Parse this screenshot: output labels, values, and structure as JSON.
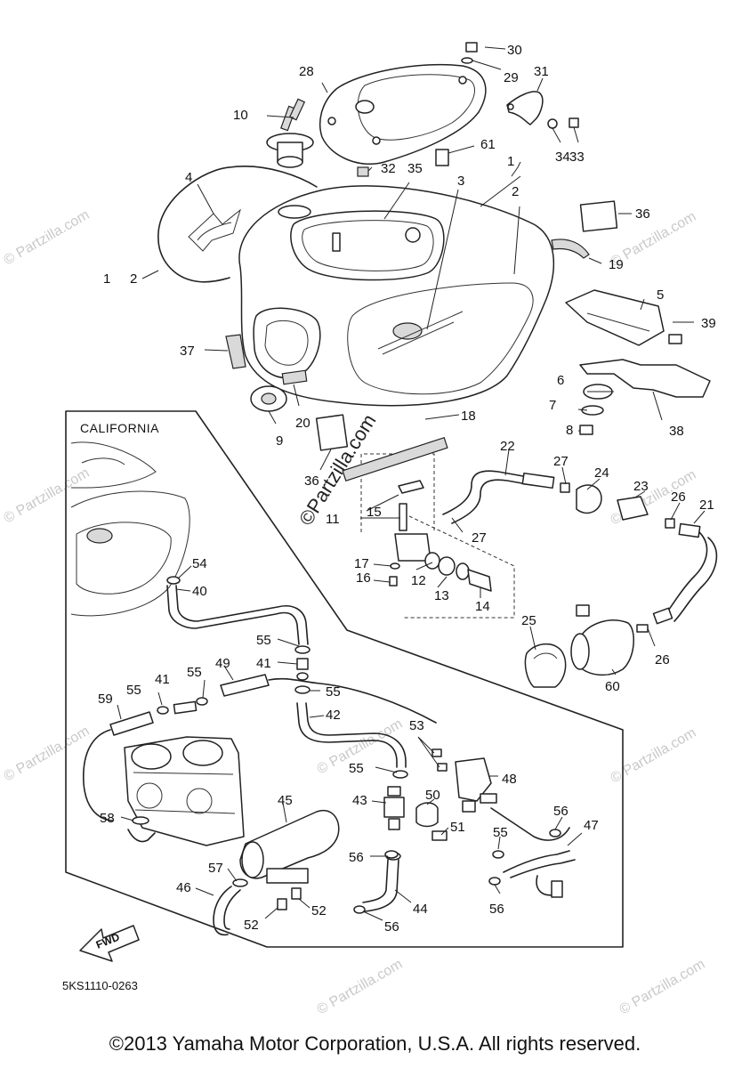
{
  "diagram": {
    "inset_label": "CALIFORNIA",
    "fwd_label": "FWD",
    "diagram_code": "5KS1110-0263",
    "center_watermark": "©Partzilla.com",
    "watermark_text": "© Partzilla.com",
    "part_labels": [
      {
        "id": "1a",
        "text": "1"
      },
      {
        "id": "2a",
        "text": "2"
      },
      {
        "id": "1b",
        "text": "1"
      },
      {
        "id": "2b",
        "text": "2"
      },
      {
        "id": "3",
        "text": "3"
      },
      {
        "id": "4",
        "text": "4"
      },
      {
        "id": "5",
        "text": "5"
      },
      {
        "id": "6",
        "text": "6"
      },
      {
        "id": "7",
        "text": "7"
      },
      {
        "id": "8",
        "text": "8"
      },
      {
        "id": "9",
        "text": "9"
      },
      {
        "id": "10",
        "text": "10"
      },
      {
        "id": "11",
        "text": "11"
      },
      {
        "id": "12",
        "text": "12"
      },
      {
        "id": "13",
        "text": "13"
      },
      {
        "id": "14",
        "text": "14"
      },
      {
        "id": "15",
        "text": "15"
      },
      {
        "id": "16",
        "text": "16"
      },
      {
        "id": "17",
        "text": "17"
      },
      {
        "id": "18",
        "text": "18"
      },
      {
        "id": "19",
        "text": "19"
      },
      {
        "id": "20",
        "text": "20"
      },
      {
        "id": "21",
        "text": "21"
      },
      {
        "id": "22",
        "text": "22"
      },
      {
        "id": "23",
        "text": "23"
      },
      {
        "id": "24",
        "text": "24"
      },
      {
        "id": "25",
        "text": "25"
      },
      {
        "id": "26a",
        "text": "26"
      },
      {
        "id": "26b",
        "text": "26"
      },
      {
        "id": "27a",
        "text": "27"
      },
      {
        "id": "27b",
        "text": "27"
      },
      {
        "id": "28",
        "text": "28"
      },
      {
        "id": "29",
        "text": "29"
      },
      {
        "id": "30",
        "text": "30"
      },
      {
        "id": "31",
        "text": "31"
      },
      {
        "id": "32",
        "text": "32"
      },
      {
        "id": "33",
        "text": "33"
      },
      {
        "id": "34",
        "text": "34"
      },
      {
        "id": "35",
        "text": "35"
      },
      {
        "id": "36a",
        "text": "36"
      },
      {
        "id": "36b",
        "text": "36"
      },
      {
        "id": "37",
        "text": "37"
      },
      {
        "id": "38",
        "text": "38"
      },
      {
        "id": "39",
        "text": "39"
      },
      {
        "id": "40",
        "text": "40"
      },
      {
        "id": "41a",
        "text": "41"
      },
      {
        "id": "41b",
        "text": "41"
      },
      {
        "id": "42",
        "text": "42"
      },
      {
        "id": "43",
        "text": "43"
      },
      {
        "id": "44",
        "text": "44"
      },
      {
        "id": "45",
        "text": "45"
      },
      {
        "id": "46",
        "text": "46"
      },
      {
        "id": "47",
        "text": "47"
      },
      {
        "id": "48",
        "text": "48"
      },
      {
        "id": "49",
        "text": "49"
      },
      {
        "id": "50",
        "text": "50"
      },
      {
        "id": "51",
        "text": "51"
      },
      {
        "id": "52a",
        "text": "52"
      },
      {
        "id": "52b",
        "text": "52"
      },
      {
        "id": "53",
        "text": "53"
      },
      {
        "id": "54",
        "text": "54"
      },
      {
        "id": "55a",
        "text": "55"
      },
      {
        "id": "55b",
        "text": "55"
      },
      {
        "id": "55c",
        "text": "55"
      },
      {
        "id": "55d",
        "text": "55"
      },
      {
        "id": "55e",
        "text": "55"
      },
      {
        "id": "55f",
        "text": "55"
      },
      {
        "id": "56a",
        "text": "56"
      },
      {
        "id": "56b",
        "text": "56"
      },
      {
        "id": "56c",
        "text": "56"
      },
      {
        "id": "56d",
        "text": "56"
      },
      {
        "id": "57",
        "text": "57"
      },
      {
        "id": "58",
        "text": "58"
      },
      {
        "id": "59",
        "text": "59"
      },
      {
        "id": "60",
        "text": "60"
      },
      {
        "id": "61",
        "text": "61"
      }
    ]
  },
  "footer": {
    "copyright": "©2013 Yamaha Motor Corporation, U.S.A. All rights reserved."
  }
}
